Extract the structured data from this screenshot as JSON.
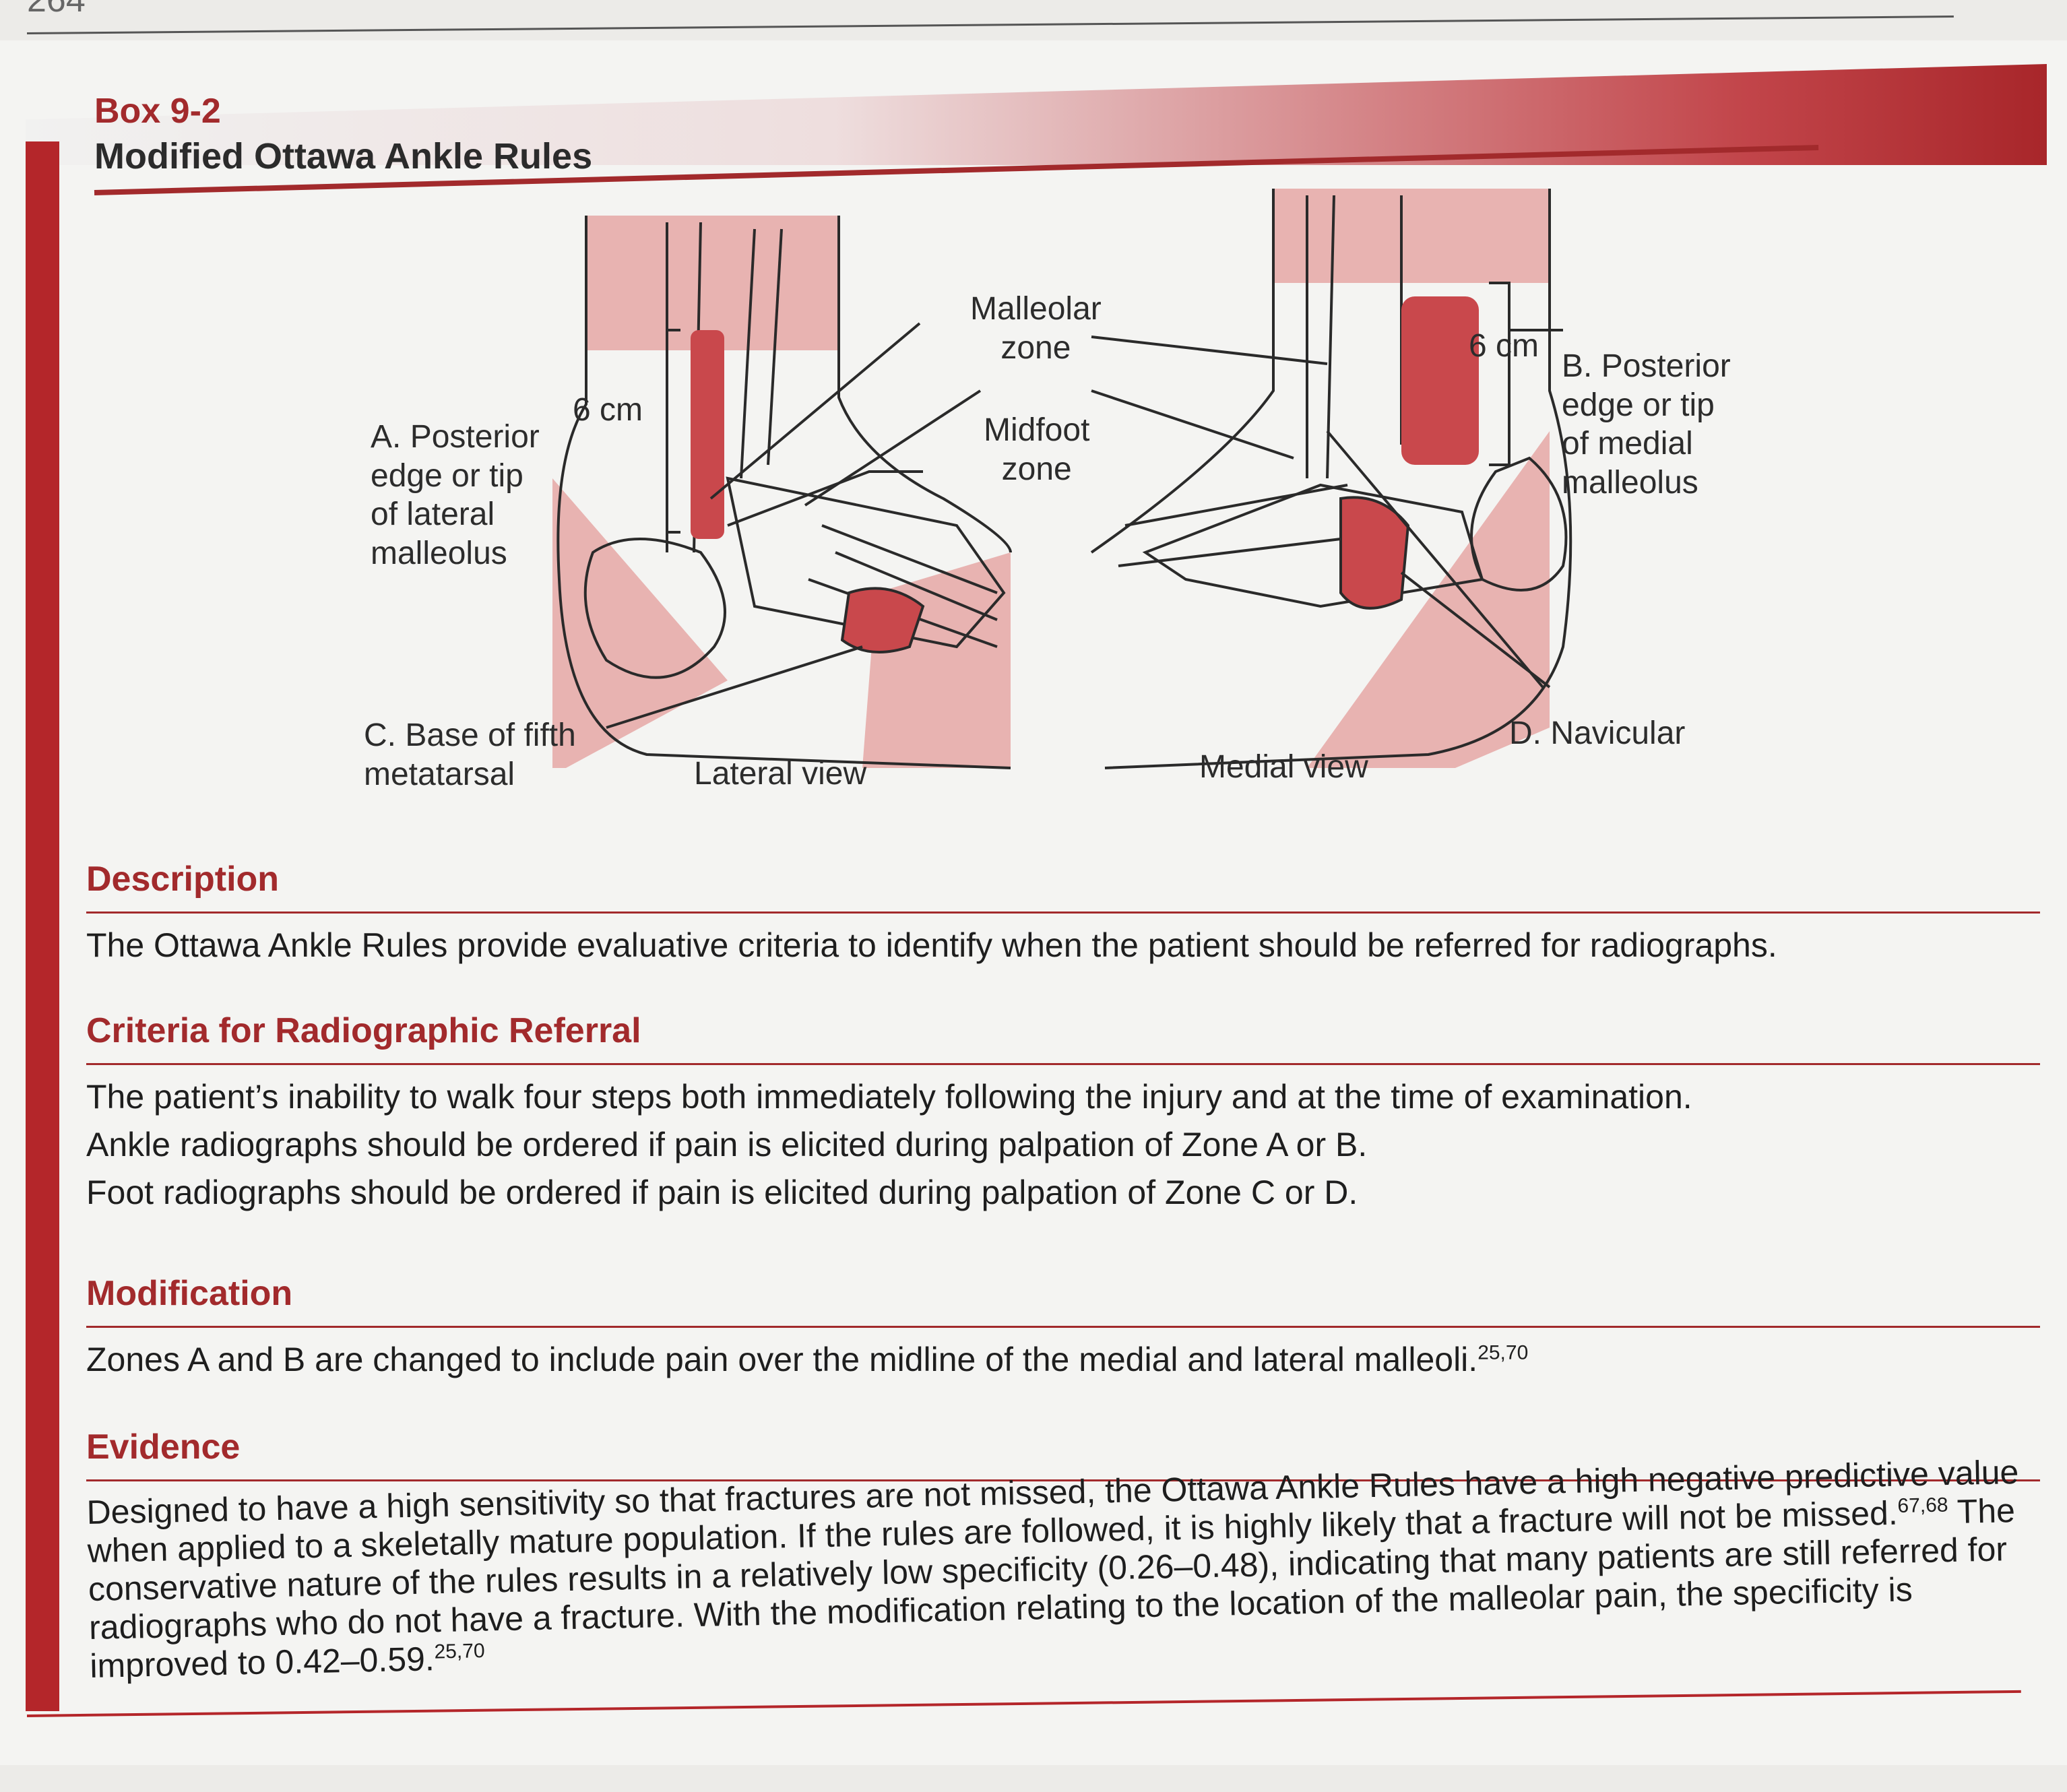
{
  "page": {
    "number": "264"
  },
  "box": {
    "label": "Box 9-2",
    "title": "Modified Ottawa Ankle Rules"
  },
  "figure": {
    "labels": {
      "malleolar_zone": "Malleolar\nzone",
      "midfoot_zone": "Midfoot\nzone",
      "six_cm_left": "6 cm",
      "six_cm_right": "6 cm",
      "zone_a": "A. Posterior\nedge or tip\nof lateral\nmalleolus",
      "zone_b": "B. Posterior\nedge or tip\nof medial\nmalleolus",
      "zone_c": "C. Base of fifth\nmetatarsal",
      "zone_d": "D. Navicular",
      "lateral_view": "Lateral view",
      "medial_view": "Medial view"
    },
    "colors": {
      "zone_fill": "#c9484c",
      "shade_fill": "#e8b3b1",
      "line": "#2a2a2a"
    }
  },
  "sections": {
    "description": {
      "heading": "Description",
      "text": "The Ottawa Ankle Rules provide evaluative criteria to identify when the patient should be referred for radiographs."
    },
    "criteria": {
      "heading": "Criteria for Radiographic Referral",
      "lines": [
        "The patient’s inability to walk four steps both immediately following the injury and at the time of examination.",
        "Ankle radiographs should be ordered if pain is elicited during palpation of Zone A or B.",
        "Foot radiographs should be ordered if pain is elicited during palpation of Zone C or D."
      ]
    },
    "modification": {
      "heading": "Modification",
      "text": "Zones A and B are changed to include pain over the midline of the medial and lateral malleoli.",
      "ref": "25,70"
    },
    "evidence": {
      "heading": "Evidence",
      "text_part1": "Designed to have a high sensitivity so that fractures are not missed, the Ottawa Ankle Rules have a high negative predictive value when applied to a skeletally mature population. If the rules are followed, it is highly likely that a fracture will not be missed.",
      "ref1": "67,68",
      "text_part2": " The conservative nature of the rules results in a relatively low specificity (0.26–0.48), indicating that many patients are still referred for radiographs who do not have a fracture. With the modification relating to the location of the malleolar pain, the specificity is improved to 0.42–0.59.",
      "ref2": "25,70"
    }
  },
  "theme": {
    "accent": "#a22a2c",
    "bar": "#b4262a"
  }
}
